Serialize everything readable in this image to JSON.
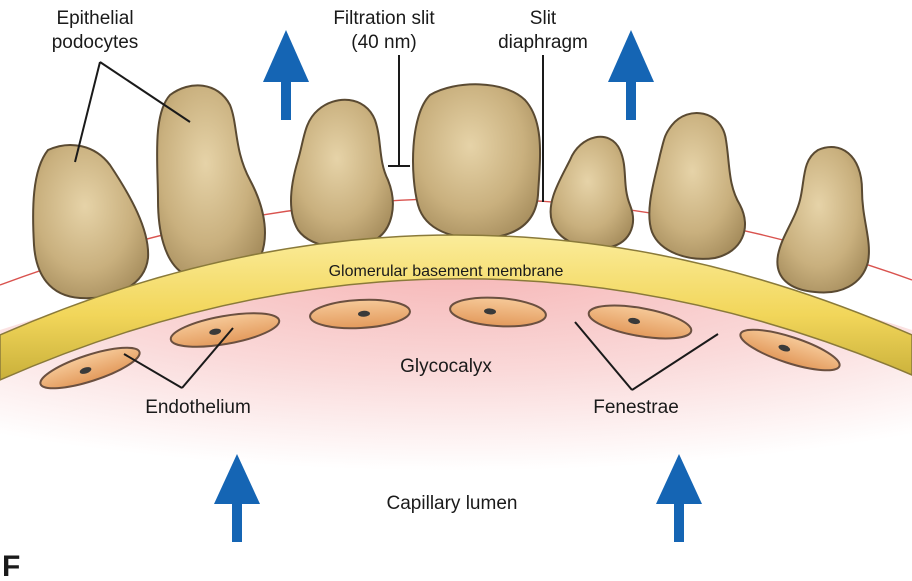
{
  "labels": {
    "epithelial_line1": "Epithelial",
    "epithelial_line2": "podocytes",
    "filtration_line1": "Filtration slit",
    "filtration_line2": "(40 nm)",
    "slit_line1": "Slit",
    "slit_line2": "diaphragm",
    "gbm": "Glomerular basement membrane",
    "glycocalyx": "Glycocalyx",
    "endothelium": "Endothelium",
    "fenestrae": "Fenestrae",
    "capillary_lumen": "Capillary lumen",
    "figure_caption": "F"
  },
  "colors": {
    "arrow": "#1565b4",
    "podocyte": "#c9b07e",
    "podocyte_edge": "#5a4a32",
    "membrane": "#f2d65a",
    "membrane_edge": "#8a7a3a",
    "lumen": "#f7c3c3",
    "endothelial_cell": "#f0b57c",
    "slit_line": "#d9534f"
  }
}
